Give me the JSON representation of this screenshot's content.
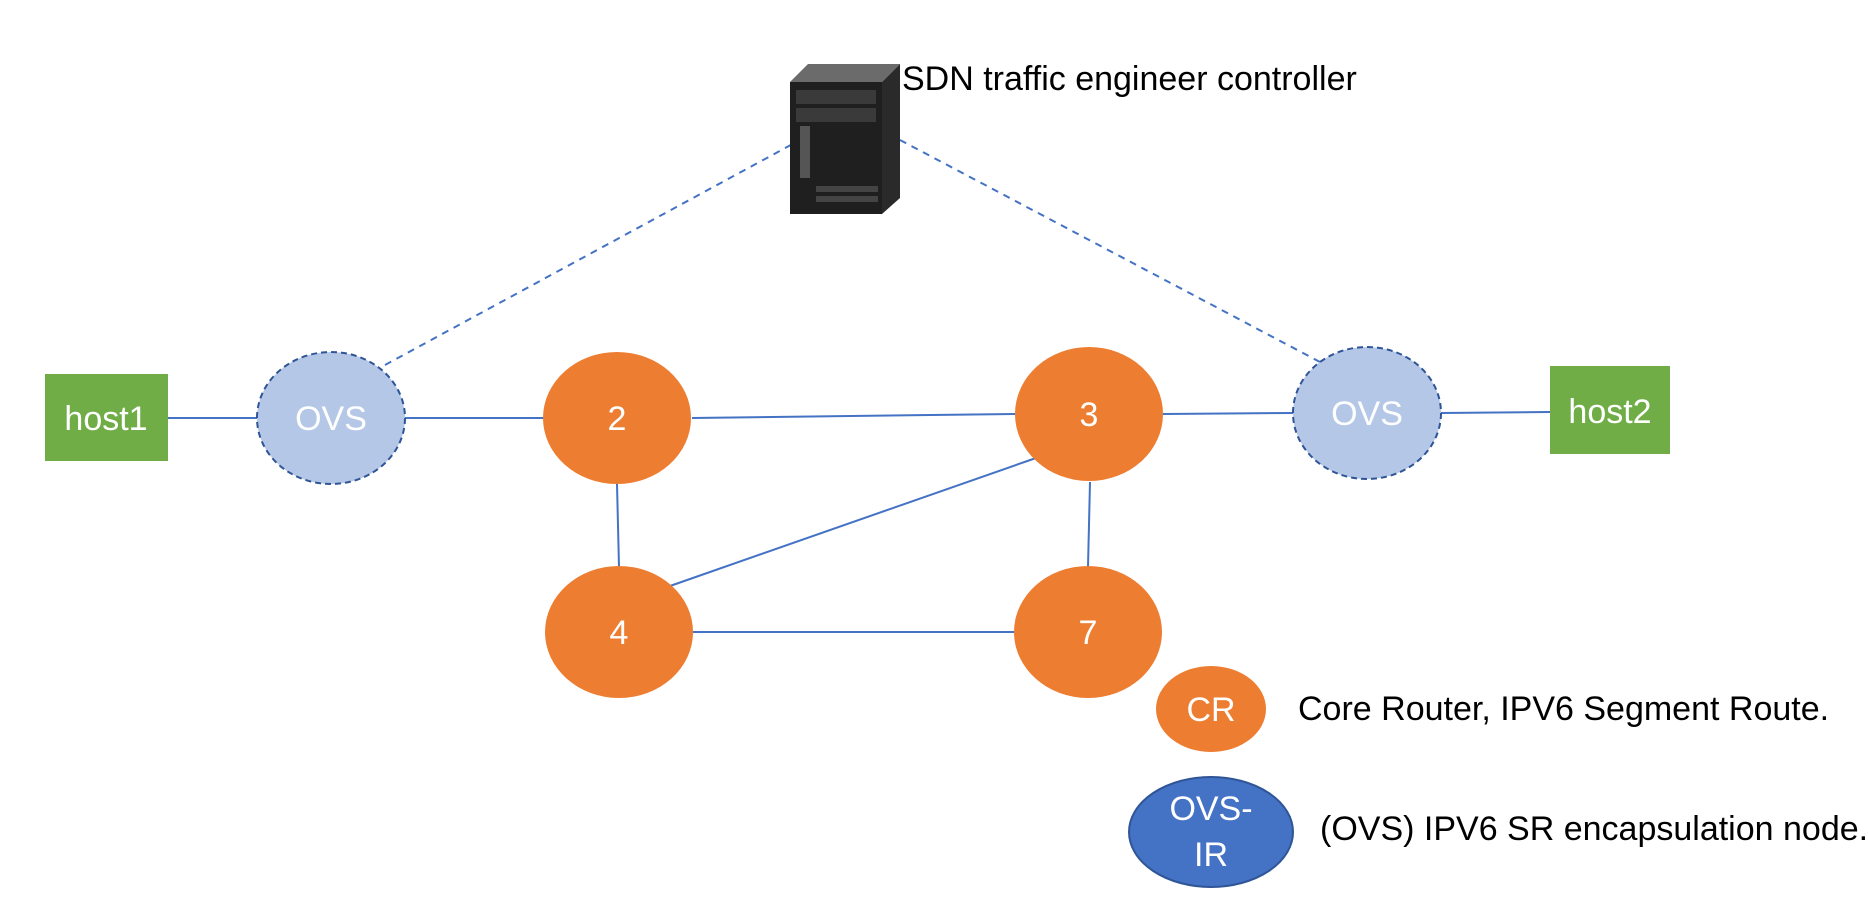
{
  "controller": {
    "label": "SDN traffic engineer controller"
  },
  "nodes": {
    "host1": {
      "label": "host1"
    },
    "host2": {
      "label": "host2"
    },
    "ovs_left": {
      "label": "OVS"
    },
    "ovs_right": {
      "label": "OVS"
    },
    "router_2": {
      "label": "2"
    },
    "router_3": {
      "label": "3"
    },
    "router_4": {
      "label": "4"
    },
    "router_7": {
      "label": "7"
    }
  },
  "legend": {
    "core_router": {
      "symbol": "CR",
      "description": "Core Router, IPV6 Segment Route."
    },
    "ovs_ir": {
      "symbol_line1": "OVS-",
      "symbol_line2": "IR",
      "description": "(OVS) IPV6 SR encapsulation node."
    }
  },
  "colors": {
    "host": "#70ad47",
    "ovs": "#b4c7e7",
    "ovs_border": "#2f5597",
    "core_router": "#ed7d31",
    "ovs_ir": "#4472c4",
    "link": "#4472c4",
    "control_link": "#4472c4"
  },
  "icons": {
    "controller": "server-tower-icon"
  }
}
